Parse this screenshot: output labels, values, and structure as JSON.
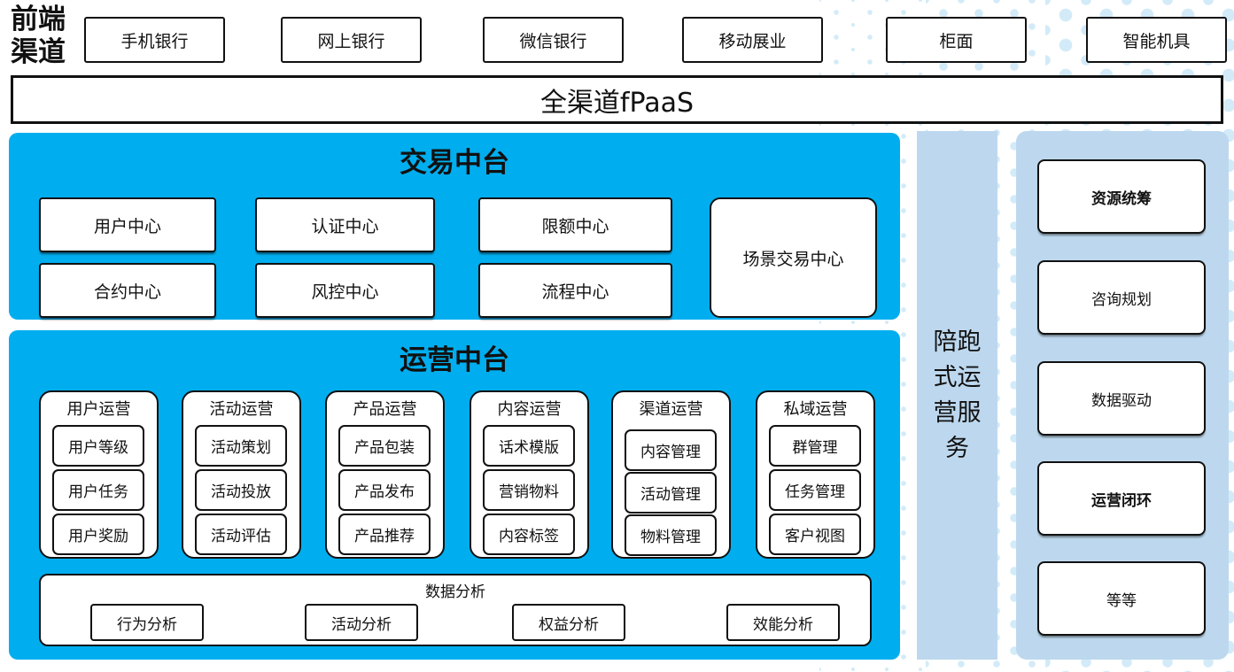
{
  "front_channels": {
    "label": "前端渠道",
    "items": [
      "手机银行",
      "网上银行",
      "微信银行",
      "移动展业",
      "柜面",
      "智能机具"
    ]
  },
  "fpaas_bar": {
    "label": "全渠道fPaaS"
  },
  "trade_platform": {
    "title": "交易中台",
    "centers": [
      "用户中心",
      "认证中心",
      "限额中心",
      "合约中心",
      "风控中心",
      "流程中心"
    ],
    "scenario_center": "场景交易中心"
  },
  "ops_platform": {
    "title": "运营中台",
    "columns": [
      {
        "header": "用户运营",
        "items": [
          "用户等级",
          "用户任务",
          "用户奖励"
        ]
      },
      {
        "header": "活动运营",
        "items": [
          "活动策划",
          "活动投放",
          "活动评估"
        ]
      },
      {
        "header": "产品运营",
        "items": [
          "产品包装",
          "产品发布",
          "产品推荐"
        ]
      },
      {
        "header": "内容运营",
        "items": [
          "话术模版",
          "营销物料",
          "内容标签"
        ]
      },
      {
        "header": "渠道运营",
        "items": [
          "内容管理",
          "活动管理",
          "物料管理"
        ]
      },
      {
        "header": "私域运营",
        "items": [
          "群管理",
          "任务管理",
          "客户视图"
        ]
      }
    ],
    "analysis": {
      "title": "数据分析",
      "items": [
        "行为分析",
        "活动分析",
        "权益分析",
        "效能分析"
      ]
    }
  },
  "side_service": {
    "label": "陪跑式运营服务"
  },
  "side_panel": {
    "items": [
      "资源统筹",
      "咨询规划",
      "数据驱动",
      "运营闭环",
      "等等"
    ]
  },
  "colors": {
    "accent_blue": "#00AEEF",
    "light_blue": "#BDD8EE",
    "dot_blue": "#D3EBF8"
  }
}
